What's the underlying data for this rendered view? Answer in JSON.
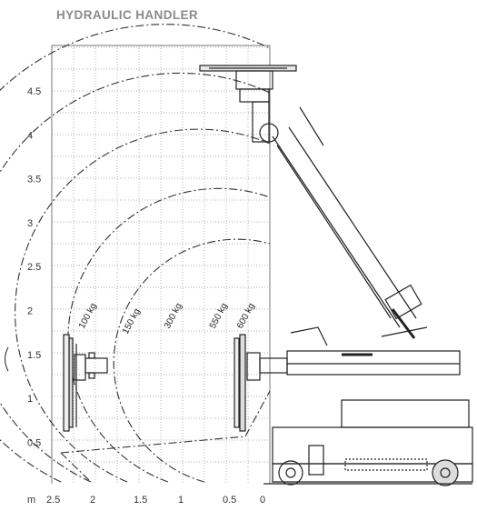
{
  "title": "HYDRAULIC HANDLER",
  "axes": {
    "x_unit": "m",
    "x_ticks": [
      "2.5",
      "2",
      "1.5",
      "1",
      "0.5",
      "0"
    ],
    "y_ticks": [
      "4.5",
      "4",
      "3.5",
      "3",
      "2.5",
      "2",
      "1.5",
      "1",
      "0.5"
    ]
  },
  "capacity_labels": [
    "100 kg",
    "150 kg",
    "300 kg",
    "550 kg",
    "600 kg"
  ],
  "colors": {
    "title": "#8a8a8a",
    "grid": "#999999",
    "curves": "#333333",
    "machine": "#222222"
  }
}
